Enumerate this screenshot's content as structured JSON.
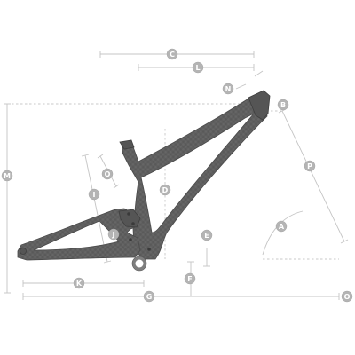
{
  "diagram": {
    "subject": "full-suspension mountain bike frame geometry",
    "colors": {
      "frame": "#5e5e5e",
      "dimension_line": "#c4c4c4",
      "badge": "#b4b4b4",
      "badge_text": "#ffffff"
    },
    "badges": {
      "A": "A",
      "B": "B",
      "C": "C",
      "D": "D",
      "E": "E",
      "F": "F",
      "G": "G",
      "I": "I",
      "J": "J",
      "K": "K",
      "L": "L",
      "M": "M",
      "N": "N",
      "O": "O",
      "P": "P",
      "Q": "Q"
    }
  }
}
